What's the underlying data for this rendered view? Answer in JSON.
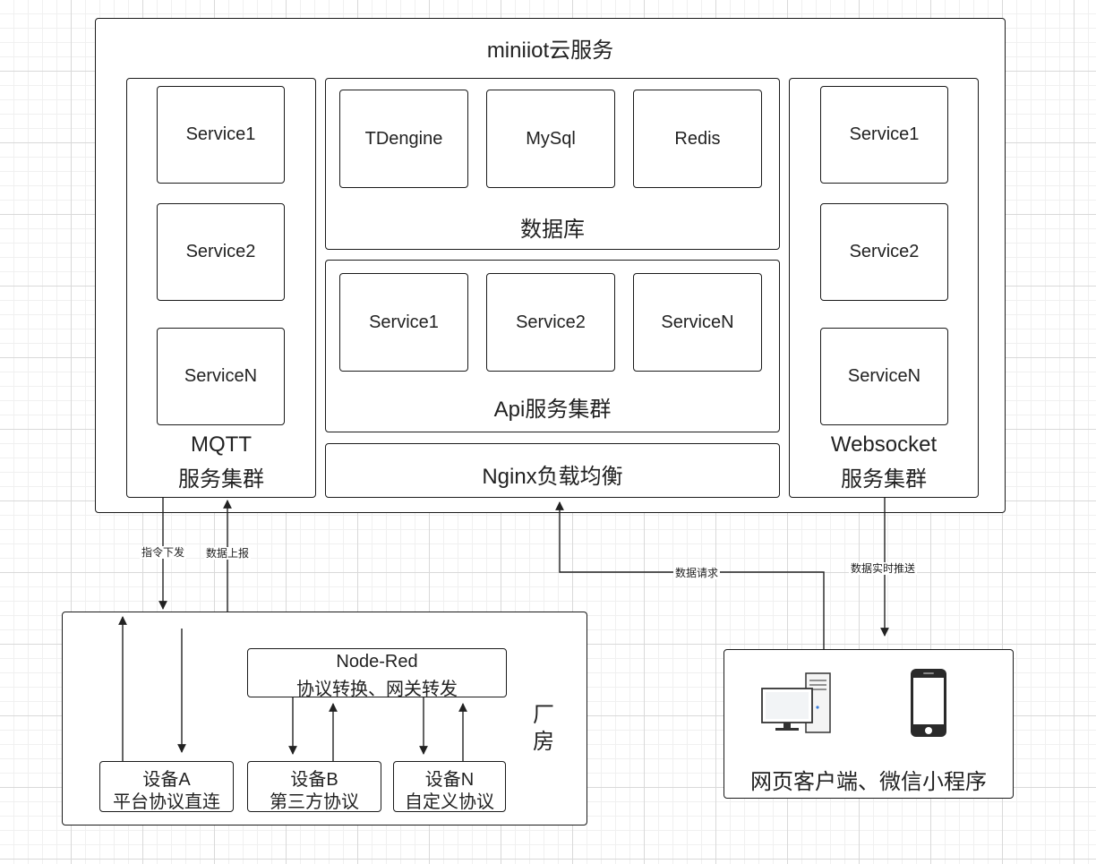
{
  "cloud": {
    "title": "miniiot云服务",
    "mqtt": {
      "services": [
        "Service1",
        "Service2",
        "ServiceN"
      ],
      "title_line1": "MQTT",
      "title_line2": "服务集群"
    },
    "database": {
      "items": [
        "TDengine",
        "MySql",
        "Redis"
      ],
      "title": "数据库"
    },
    "api": {
      "services": [
        "Service1",
        "Service2",
        "ServiceN"
      ],
      "title": "Api服务集群"
    },
    "nginx": {
      "title": "Nginx负载均衡"
    },
    "websocket": {
      "services": [
        "Service1",
        "Service2",
        "ServiceN"
      ],
      "title_line1": "Websocket",
      "title_line2": "服务集群"
    }
  },
  "edges": {
    "command_down": "指令下发",
    "data_up": "数据上报",
    "data_request": "数据请求",
    "realtime_push": "数据实时推送"
  },
  "factory": {
    "title_line1": "厂",
    "title_line2": "房",
    "nodered_line1": "Node-Red",
    "nodered_line2": "协议转换、网关转发",
    "devices": [
      {
        "name": "设备A",
        "desc": "平台协议直连"
      },
      {
        "name": "设备B",
        "desc": "第三方协议"
      },
      {
        "name": "设备N",
        "desc": "自定义协议"
      }
    ]
  },
  "client": {
    "title": "网页客户端、微信小程序",
    "icons": [
      "desktop-computer-icon",
      "mobile-phone-icon"
    ]
  }
}
